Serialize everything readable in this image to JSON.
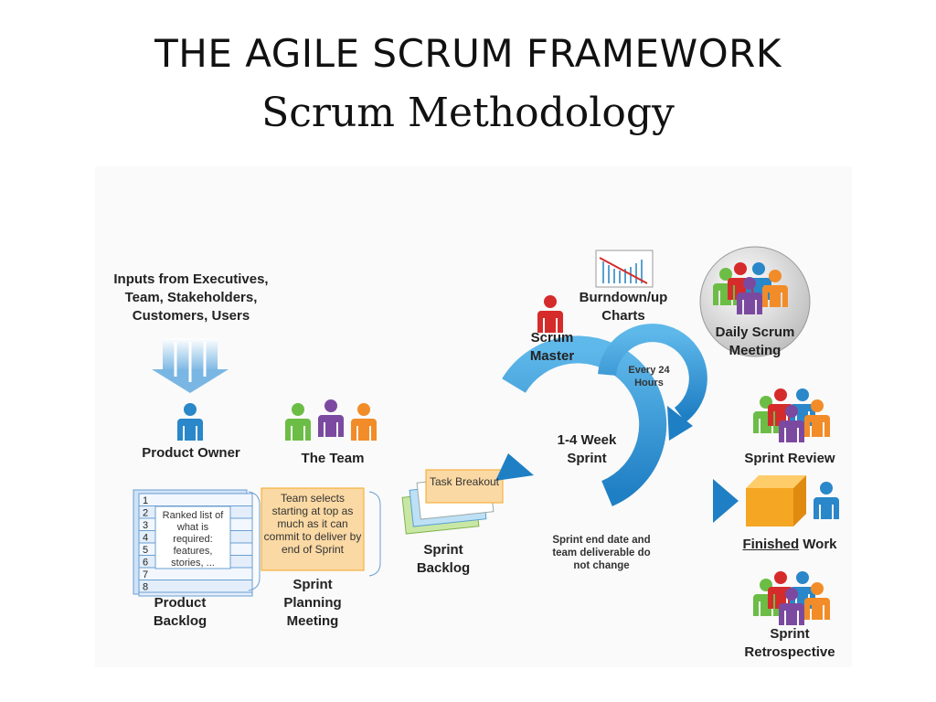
{
  "title": "THE AGILE SCRUM FRAMEWORK",
  "subtitle": "Scrum Methodology",
  "inputs": "Inputs from Executives, Team, Stakeholders, Customers, Users",
  "product_owner": "Product Owner",
  "the_team": "The Team",
  "scrum_master": "Scrum Master",
  "burndown": "Burndown/up Charts",
  "daily_scrum": "Daily Scrum Meeting",
  "every_24": "Every 24 Hours",
  "sprint_loop": "1-4 Week Sprint",
  "task_breakout": "Task Breakout",
  "sprint_backlog": "Sprint Backlog",
  "sprint_end_note": "Sprint end date and team deliverable do not change",
  "team_selects": "Team selects starting at top as much as it can commit to deliver by end of Sprint",
  "sprint_planning": "Sprint Planning Meeting",
  "product_backlog": "Product Backlog",
  "ranked_note": "Ranked list of what is required: features, stories, ...",
  "backlog_numbers": [
    "1",
    "2",
    "3",
    "4",
    "5",
    "6",
    "7",
    "8"
  ],
  "sprint_review": "Sprint Review",
  "finished_work_bold": "Finished",
  "finished_work_rest": " Work",
  "sprint_retro": "Sprint Retrospective",
  "colors": {
    "arrow_blue": "#1f8fd6",
    "box_orange": "#f5a623",
    "red": "#d62b2b",
    "green": "#6cbd45",
    "purple": "#7b4aa0",
    "orange": "#f28c28",
    "blue": "#2a87c9"
  }
}
